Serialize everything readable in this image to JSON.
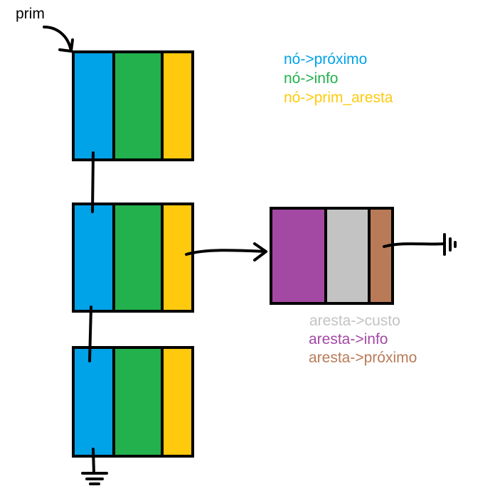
{
  "colors": {
    "node_next": "#00a2e8",
    "node_info": "#22b14c",
    "node_first_edge": "#ffc90e",
    "edge_info": "#a349a4",
    "edge_cost": "#c3c3c3",
    "edge_next": "#b97a57",
    "stroke": "#000000",
    "text": "#000000"
  },
  "head": {
    "label": "prim"
  },
  "legend_node": {
    "next": "nó->próximo",
    "info": "nó->info",
    "first_edge": "nó->prim_aresta"
  },
  "legend_edge": {
    "cost": "aresta->custo",
    "info": "aresta->info",
    "next": "aresta->próximo"
  },
  "nodes": [
    {
      "next_terminator": false,
      "has_edge": false
    },
    {
      "next_terminator": false,
      "has_edge": true
    },
    {
      "next_terminator": true,
      "has_edge": false
    }
  ],
  "edges": [
    {
      "next_terminator": true
    }
  ]
}
